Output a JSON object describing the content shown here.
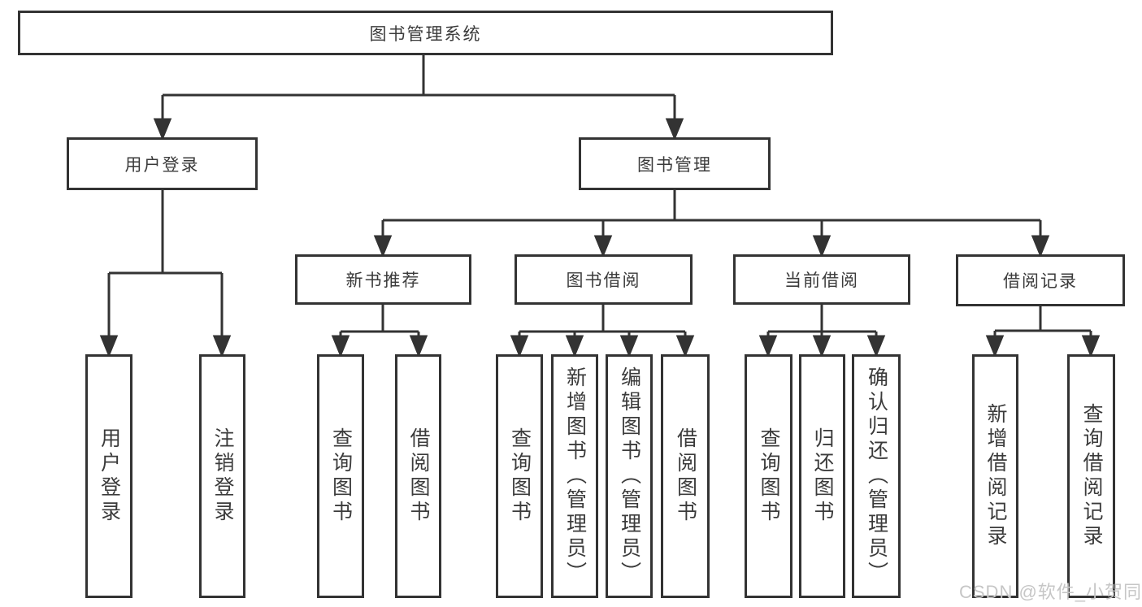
{
  "tree": {
    "label": "图书管理系统",
    "children": [
      {
        "label": "用户登录",
        "children": [
          {
            "label": "用户登录"
          },
          {
            "label": "注销登录"
          }
        ]
      },
      {
        "label": "图书管理",
        "children": [
          {
            "label": "新书推荐",
            "children": [
              {
                "label": "查询图书"
              },
              {
                "label": "借阅图书"
              }
            ]
          },
          {
            "label": "图书借阅",
            "children": [
              {
                "label": "查询图书"
              },
              {
                "label": "新增图书（管理员）"
              },
              {
                "label": "编辑图书（管理员）"
              },
              {
                "label": "借阅图书"
              }
            ]
          },
          {
            "label": "当前借阅",
            "children": [
              {
                "label": "查询图书"
              },
              {
                "label": "归还图书"
              },
              {
                "label": "确认归还（管理员）"
              }
            ]
          },
          {
            "label": "借阅记录",
            "children": [
              {
                "label": "新增借阅记录"
              },
              {
                "label": "查询借阅记录"
              }
            ]
          }
        ]
      }
    ]
  },
  "watermark": {
    "text": "CSDN @软件_小贺同学"
  },
  "colors": {
    "line": "#333333",
    "box_border": "#333333",
    "text": "#3b3b3b",
    "watermark": "#c6c6c6",
    "background": "#ffffff"
  }
}
